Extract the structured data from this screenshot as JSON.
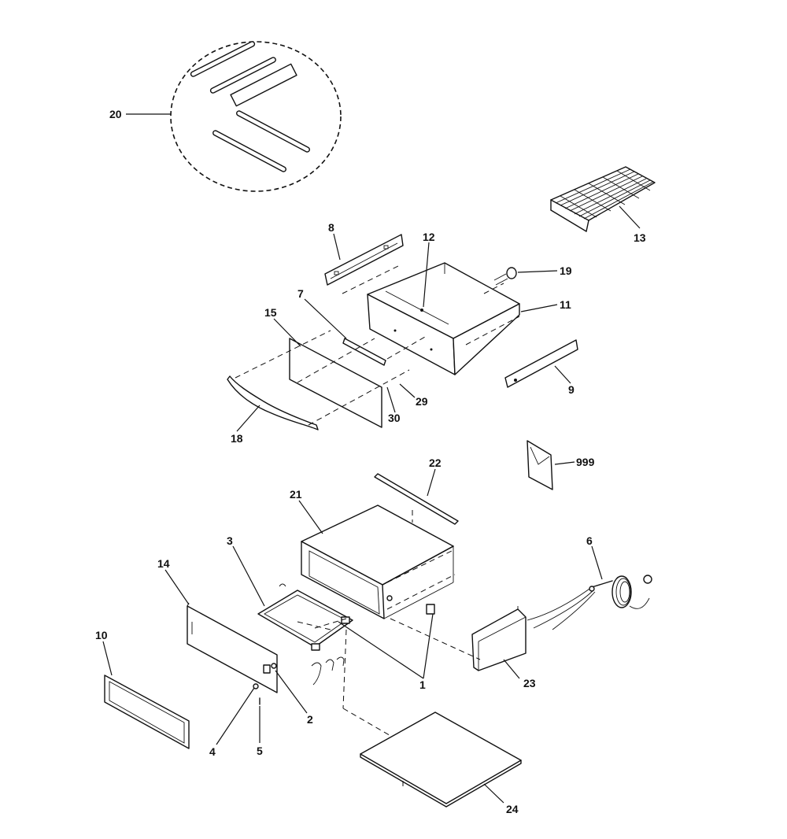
{
  "callouts": [
    {
      "id": "20",
      "text": "20"
    },
    {
      "id": "13",
      "text": "13"
    },
    {
      "id": "8",
      "text": "8"
    },
    {
      "id": "12",
      "text": "12"
    },
    {
      "id": "19",
      "text": "19"
    },
    {
      "id": "7",
      "text": "7"
    },
    {
      "id": "11",
      "text": "11"
    },
    {
      "id": "15",
      "text": "15"
    },
    {
      "id": "9",
      "text": "9"
    },
    {
      "id": "29",
      "text": "29"
    },
    {
      "id": "30",
      "text": "30"
    },
    {
      "id": "18",
      "text": "18"
    },
    {
      "id": "999",
      "text": "999"
    },
    {
      "id": "22",
      "text": "22"
    },
    {
      "id": "21",
      "text": "21"
    },
    {
      "id": "3",
      "text": "3"
    },
    {
      "id": "6",
      "text": "6"
    },
    {
      "id": "14",
      "text": "14"
    },
    {
      "id": "10",
      "text": "10"
    },
    {
      "id": "1",
      "text": "1"
    },
    {
      "id": "23",
      "text": "23"
    },
    {
      "id": "2",
      "text": "2"
    },
    {
      "id": "4",
      "text": "4"
    },
    {
      "id": "5",
      "text": "5"
    },
    {
      "id": "24",
      "text": "24"
    }
  ]
}
